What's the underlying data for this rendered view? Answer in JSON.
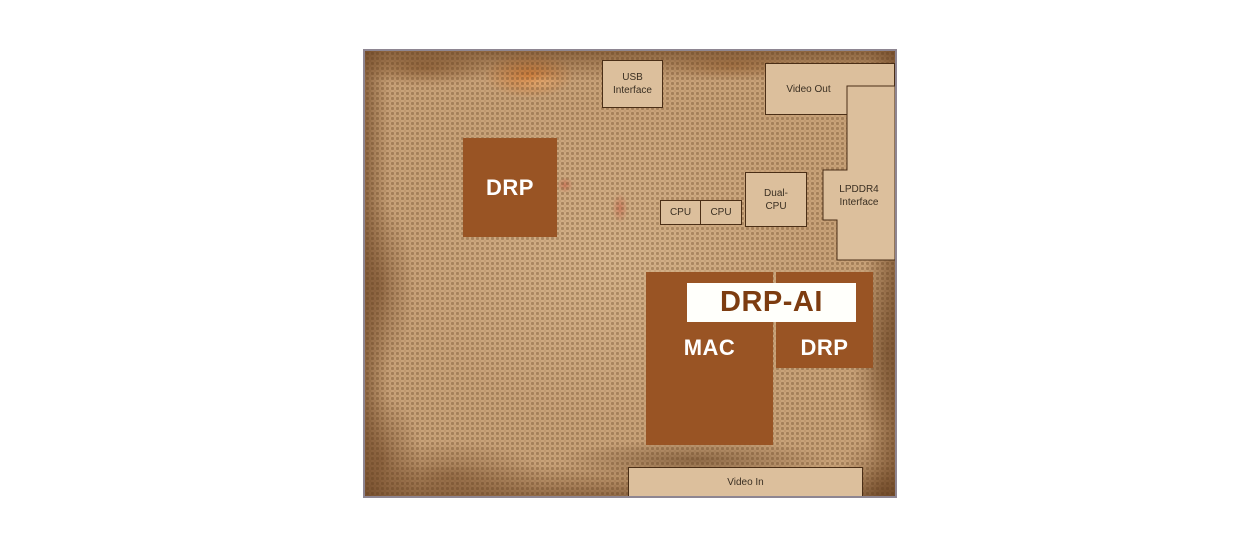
{
  "page": {
    "background": "#ffffff"
  },
  "die": {
    "description": "Annotated chip die photograph with functional blocks",
    "colors": {
      "page_background": "#ffffff",
      "die_base": "#cfa87e",
      "die_border": "#8e8692",
      "label_box_fill": "#dcbf9c",
      "label_box_border": "#4a2e16",
      "label_text": "#3a2f22",
      "accent_block": "#995424",
      "accent_block_text": "#ffffff",
      "banner_fill": "#fffffb",
      "banner_text": "#7d3c10"
    },
    "labels": {
      "usb": [
        "USB",
        "Interface"
      ],
      "video_out": "Video Out",
      "lpddr4": [
        "LPDDR4",
        "Interface"
      ],
      "dual_cpu": [
        "Dual-",
        "CPU"
      ],
      "cpu_left": "CPU",
      "cpu_right": "CPU",
      "drp_top_left": "DRP",
      "drp_ai": "DRP-AI",
      "mac": "MAC",
      "drp_right": "DRP",
      "video_in": "Video In"
    }
  }
}
